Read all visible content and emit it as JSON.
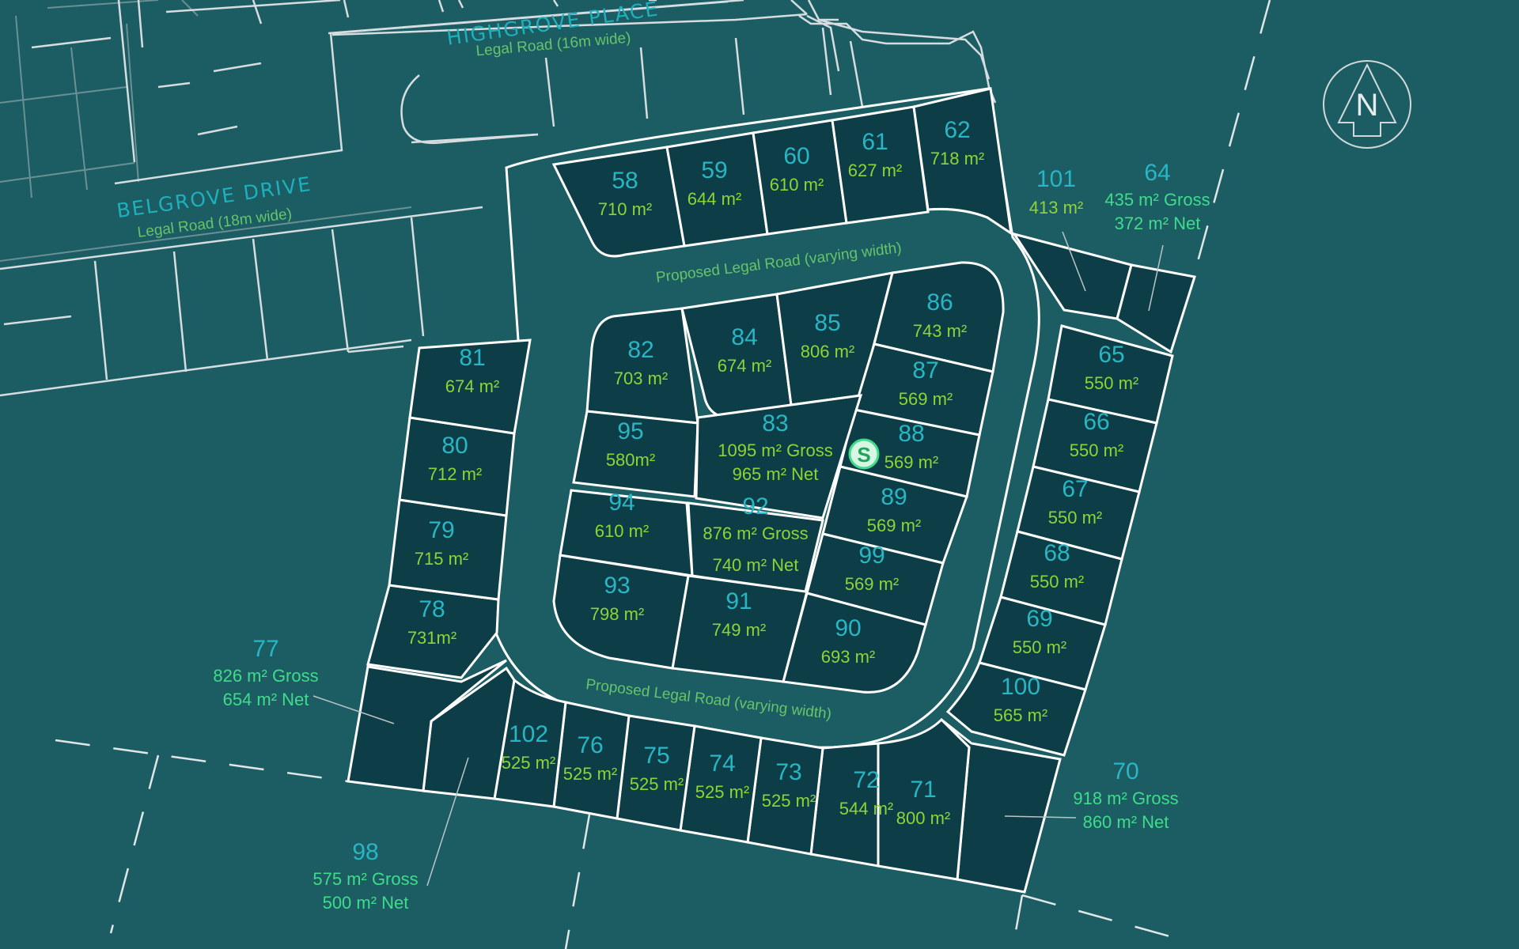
{
  "roads": {
    "highgrove_name": "HIGHGROVE PLACE",
    "highgrove_legal": "Legal Road (16m wide)",
    "belgrove_name": "BELGROVE DRIVE",
    "belgrove_legal": "Legal Road (18m wide)",
    "proposed_top": "Proposed Legal Road (varying width)",
    "proposed_bottom": "Proposed Legal Road (varying width)"
  },
  "compass": {
    "label": "N",
    "icon": "north-arrow-icon"
  },
  "stormwater": {
    "label": "S",
    "icon": "stormwater-icon",
    "color": "#3fdc8a"
  },
  "colors": {
    "background": "#1b5d63",
    "lot_fill": "#0d3e47",
    "lot_number": "#29b6c4",
    "area_text": "#8fd435",
    "gross_net_text": "#3fdc8a"
  },
  "lots": [
    {
      "id": "58",
      "area": "710 m²"
    },
    {
      "id": "59",
      "area": "644 m²"
    },
    {
      "id": "60",
      "area": "610 m²"
    },
    {
      "id": "61",
      "area": "627 m²"
    },
    {
      "id": "62",
      "area": "718 m²"
    },
    {
      "id": "101",
      "area": "413 m²"
    },
    {
      "id": "64",
      "gross": "435 m² Gross",
      "net": "372 m² Net"
    },
    {
      "id": "65",
      "area": "550 m²"
    },
    {
      "id": "66",
      "area": "550 m²"
    },
    {
      "id": "67",
      "area": "550 m²"
    },
    {
      "id": "68",
      "area": "550 m²"
    },
    {
      "id": "69",
      "area": "550 m²"
    },
    {
      "id": "100",
      "area": "565 m²"
    },
    {
      "id": "70",
      "gross": "918 m² Gross",
      "net": "860 m² Net"
    },
    {
      "id": "71",
      "area": "800 m²"
    },
    {
      "id": "72",
      "area": "544 m²"
    },
    {
      "id": "73",
      "area": "525 m²"
    },
    {
      "id": "74",
      "area": "525 m²"
    },
    {
      "id": "75",
      "area": "525 m²"
    },
    {
      "id": "76",
      "area": "525 m²"
    },
    {
      "id": "102",
      "area": "525 m²"
    },
    {
      "id": "98",
      "gross": "575 m² Gross",
      "net": "500 m² Net"
    },
    {
      "id": "77",
      "gross": "826 m² Gross",
      "net": "654 m² Net"
    },
    {
      "id": "78",
      "area": "731m²"
    },
    {
      "id": "79",
      "area": "715 m²"
    },
    {
      "id": "80",
      "area": "712 m²"
    },
    {
      "id": "81",
      "area": "674 m²"
    },
    {
      "id": "82",
      "area": "703 m²"
    },
    {
      "id": "84",
      "area": "674 m²"
    },
    {
      "id": "85",
      "area": "806 m²"
    },
    {
      "id": "86",
      "area": "743 m²"
    },
    {
      "id": "87",
      "area": "569 m²"
    },
    {
      "id": "88",
      "area": "569 m²"
    },
    {
      "id": "89",
      "area": "569 m²"
    },
    {
      "id": "99",
      "area": "569 m²"
    },
    {
      "id": "90",
      "area": "693 m²"
    },
    {
      "id": "91",
      "area": "749 m²"
    },
    {
      "id": "93",
      "area": "798 m²"
    },
    {
      "id": "94",
      "area": "610 m²"
    },
    {
      "id": "95",
      "area": "580m²"
    },
    {
      "id": "83",
      "gross": "1095 m² Gross",
      "net": "965 m² Net"
    },
    {
      "id": "92",
      "gross": "876 m² Gross",
      "net": "740 m² Net"
    }
  ]
}
